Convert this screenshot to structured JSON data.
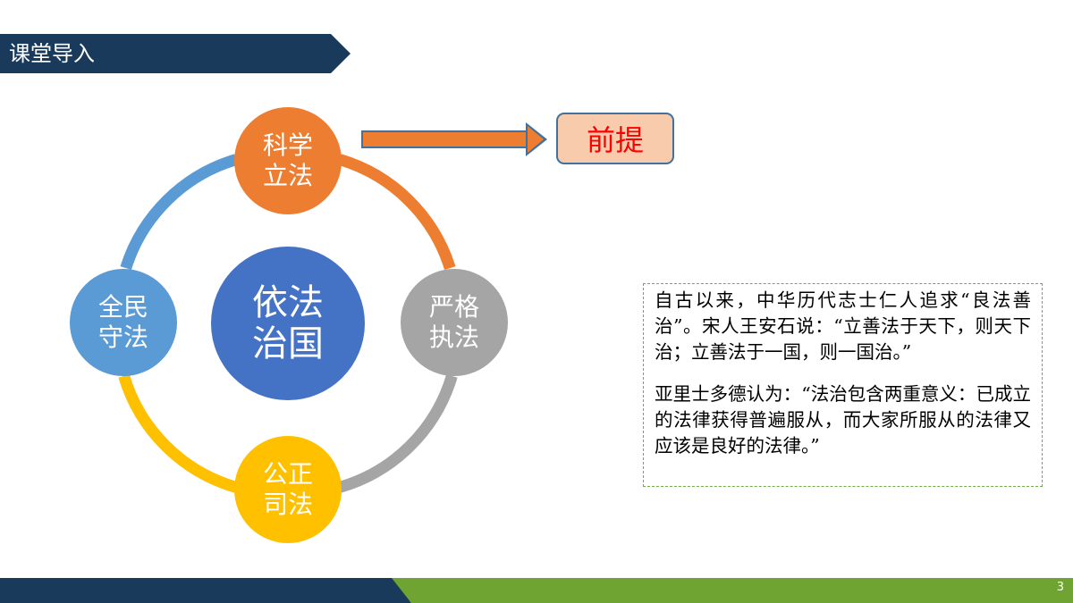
{
  "header": {
    "title": "课堂导入"
  },
  "diagram": {
    "center": {
      "line1": "依法",
      "line2": "治国",
      "color": "#4472c4"
    },
    "nodes": [
      {
        "id": "top",
        "line1": "科学",
        "line2": "立法",
        "color": "#ed7d31"
      },
      {
        "id": "right",
        "line1": "严格",
        "line2": "执法",
        "color": "#a5a5a5"
      },
      {
        "id": "bottom",
        "line1": "公正",
        "line2": "司法",
        "color": "#ffc000"
      },
      {
        "id": "left",
        "line1": "全民",
        "line2": "守法",
        "color": "#5b9bd5"
      }
    ]
  },
  "premise": {
    "label": "前提"
  },
  "quote": {
    "paragraph1": "自古以来，中华历代志士仁人追求“良法善治”。宋人王安石说：“立善法于天下，则天下治；立善法于一国，则一国治。”",
    "paragraph2": "亚里士多德认为：“法治包含两重意义：已成立的法律获得普遍服从，而大家所服从的法律又应该是良好的法律。”"
  },
  "footer": {
    "page_number": "3"
  },
  "colors": {
    "navy": "#1a3a5c",
    "green": "#6fa332",
    "premise_fill": "#f8cbad",
    "premise_text": "#ff0000",
    "quote_border": "#70ad47"
  }
}
